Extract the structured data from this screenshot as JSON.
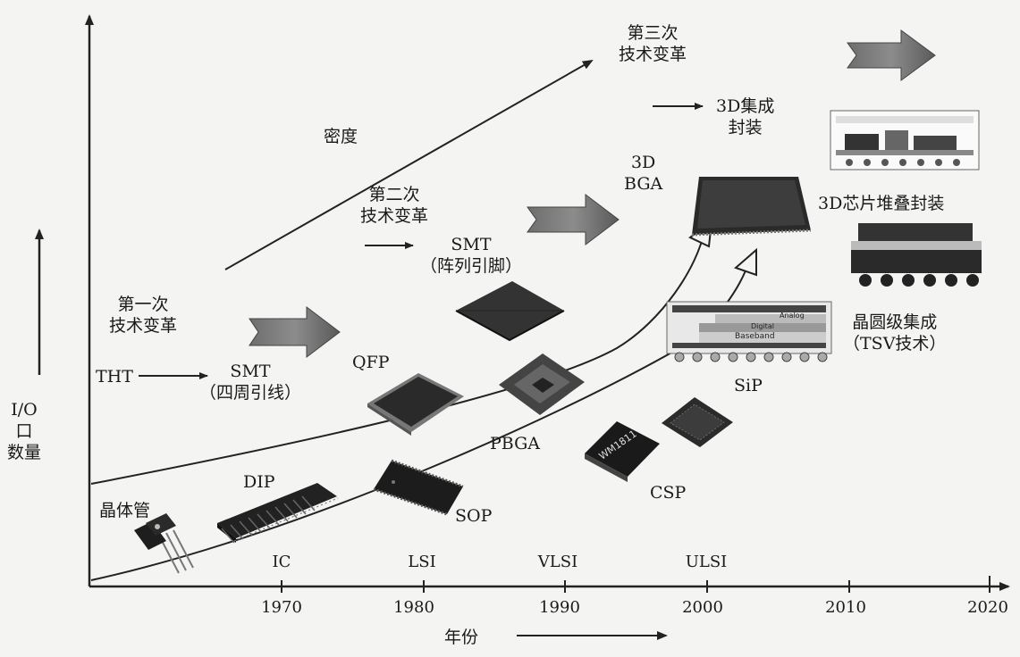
{
  "axes": {
    "y_label_line1": "I/O口",
    "y_label_line2": "数量",
    "x_label": "年份",
    "years": [
      "1970",
      "1980",
      "1990",
      "2000",
      "2010",
      "2020"
    ],
    "eras": [
      "IC",
      "LSI",
      "VLSI",
      "ULSI"
    ]
  },
  "trend": {
    "density": "密度"
  },
  "revolutions": {
    "first_line1": "第一次",
    "first_line2": "技术变革",
    "second_line1": "第二次",
    "second_line2": "技术变革",
    "third_line1": "第三次",
    "third_line2": "技术变革"
  },
  "packages": {
    "tht": "THT",
    "smt_peripheral_line1": "SMT",
    "smt_peripheral_line2": "（四周引线）",
    "smt_array_line1": "SMT",
    "smt_array_line2": "（阵列引脚）",
    "transistor": "晶体管",
    "dip": "DIP",
    "sop": "SOP",
    "qfp": "QFP",
    "pbga": "PBGA",
    "csp": "CSP",
    "bga3d_line1": "3D",
    "bga3d_line2": "BGA",
    "sip": "SiP",
    "integration3d_line1": "3D集成",
    "integration3d_line2": "封装",
    "chip_stack": "3D芯片堆叠封装",
    "wafer_level_line1": "晶圆级集成",
    "wafer_level_line2": "（TSV技术）",
    "chip_marking": "WM1811",
    "sip_layer_analog": "Analog",
    "sip_layer_digital": "Digital",
    "sip_layer_baseband": "Baseband"
  }
}
